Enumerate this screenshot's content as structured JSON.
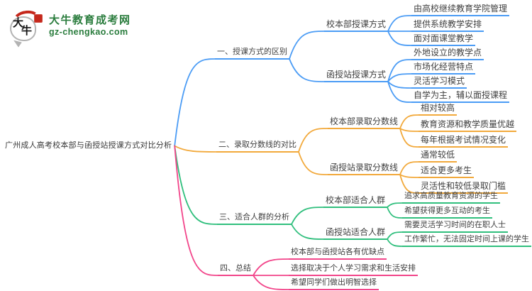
{
  "logo": {
    "site_name": "大牛教育成考网",
    "site_domain": "gz-chengkao.com",
    "icon_char_1": "大",
    "icon_char_2": "牛",
    "brand_color": "#2b7d3e",
    "seal_color": "#c5281c"
  },
  "mindmap": {
    "root_label": "广州成人高考校本部与函授站授课方式对比分析",
    "branches": [
      {
        "label": "一、授课方式的区别",
        "color": "#4b9cf5",
        "children": [
          {
            "label": "校本部授课方式",
            "children": [
              "由高校继续教育学院管理",
              "提供系统教学安排",
              "面对面课堂教学"
            ]
          },
          {
            "label": "函授站授课方式",
            "children": [
              "外地设立的教学点",
              "市场化经营特点",
              "灵活学习模式",
              "自学为主，辅以面授课程"
            ]
          }
        ]
      },
      {
        "label": "二、录取分数线的对比",
        "color": "#f2a93b",
        "children": [
          {
            "label": "校本部录取分数线",
            "children": [
              "相对较高",
              "教育资源和教学质量优越",
              "每年根据考试情况变化"
            ]
          },
          {
            "label": "函授站录取分数线",
            "children": [
              "通常较低",
              "适合更多考生",
              "灵活性和较低录取门槛"
            ]
          }
        ]
      },
      {
        "label": "三、适合人群的分析",
        "color": "#30bf7d",
        "children": [
          {
            "label": "校本部适合人群",
            "children": [
              "追求高质量教育资源的学生",
              "希望获得更多互动的考生"
            ]
          },
          {
            "label": "函授站适合人群",
            "children": [
              "需要灵活学习时间的在职人士",
              "工作繁忙，无法固定时间上课的学生"
            ]
          }
        ]
      },
      {
        "label": "四、总结",
        "color": "#f2458a",
        "children": [
          "校本部与函授站各有优缺点",
          "选择取决于个人学习需求和生活安排",
          "希望同学们做出明智选择"
        ]
      }
    ]
  }
}
